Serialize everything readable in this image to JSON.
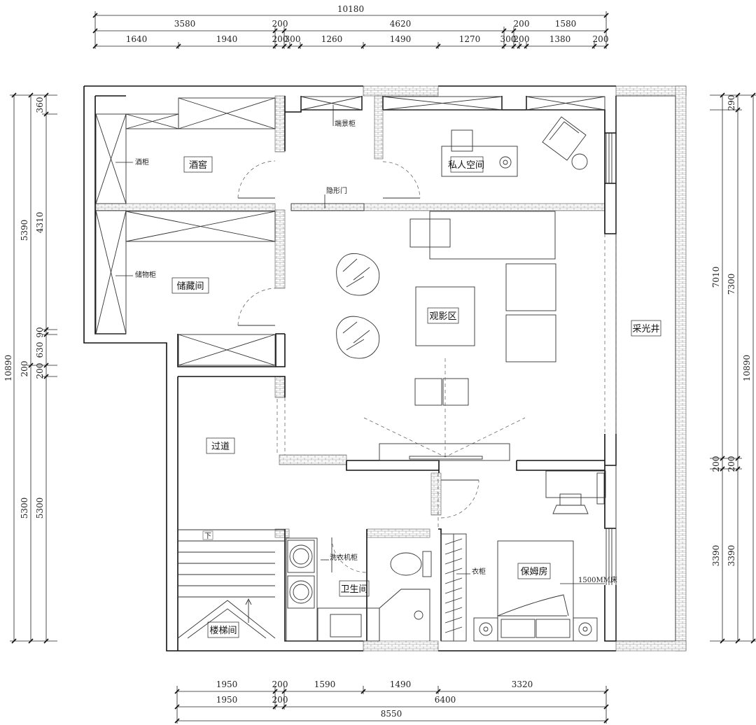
{
  "dimensions": {
    "top_total": "10180",
    "top_row1": [
      "3580",
      "200",
      "4620",
      "200",
      "1580"
    ],
    "top_row2": [
      "1640",
      "1940",
      "200",
      "300",
      "1260",
      "1490",
      "1270",
      "300",
      "200",
      "1380",
      "200"
    ],
    "bottom_row1": [
      "1950",
      "200",
      "1590",
      "1490",
      "3320"
    ],
    "bottom_row2": [
      "1950",
      "200",
      "6400"
    ],
    "bottom_total": "8550",
    "left_outer": [
      "5390",
      "5300"
    ],
    "left_total": "10890",
    "left_inner": [
      "360",
      "4310",
      "90",
      "630",
      "200",
      "200",
      "5300"
    ],
    "right_outer": [
      "7010",
      "200",
      "3390"
    ],
    "right_inner": [
      "290",
      "7300",
      "200",
      "3390"
    ],
    "right_total": "10890"
  },
  "rooms": {
    "wine_cellar": "酒窖",
    "storage_room": "储藏间",
    "private_space": "私人空间",
    "viewing_area": "观影区",
    "skylight_well": "采光井",
    "corridor": "过道",
    "stairwell": "楼梯间",
    "bathroom": "卫生间",
    "nanny_room": "保姆房"
  },
  "labels": {
    "wine_cabinet": "酒柜",
    "storage_cabinet": "储物柜",
    "display_cabinet": "端景柜",
    "hidden_door": "隐形门",
    "washer_cabinet": "洗衣机柜",
    "wardrobe": "衣柜",
    "bed": "1500MM床",
    "stairs_down": "下"
  }
}
